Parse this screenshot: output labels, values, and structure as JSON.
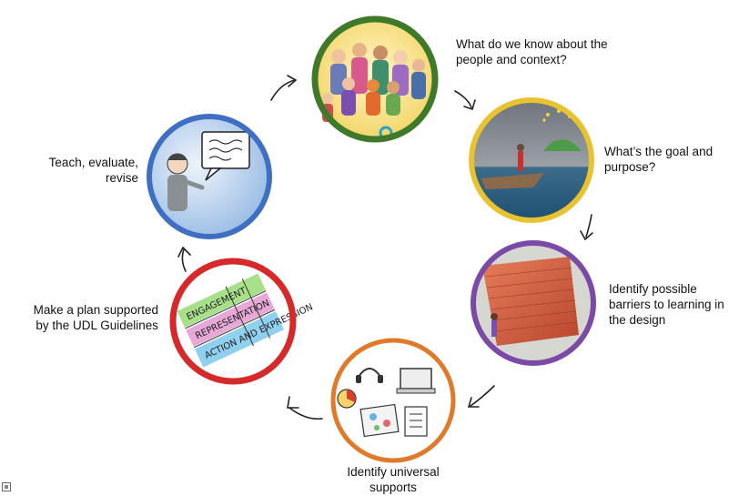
{
  "steps": [
    {
      "lines": [
        "What do we know about the",
        "people and context?"
      ]
    },
    {
      "lines": [
        "What’s the goal and",
        "purpose?"
      ]
    },
    {
      "lines": [
        "Identify possible",
        "barriers to learning in",
        "the design"
      ]
    },
    {
      "lines": [
        "Identify universal",
        "supports"
      ]
    },
    {
      "lines": [
        "Make a plan supported",
        "by the UDL Guidelines"
      ]
    },
    {
      "lines": [
        "Teach, evaluate,",
        "revise"
      ]
    }
  ],
  "udl_bands": [
    "ENGAGEMENT",
    "REPRESENTATION",
    "ACTION AND EXPRESSION"
  ],
  "colors": {
    "ring_people": "#3f7a2a",
    "ring_goal": "#e8c22f",
    "ring_barriers": "#7b4aa6",
    "ring_supports": "#e07a2a",
    "ring_plan": "#d62a2a",
    "ring_teach": "#3f6fc2",
    "band_engagement": "#a8e08a",
    "band_representation": "#e6a8d6",
    "band_action": "#8fd0ee"
  }
}
